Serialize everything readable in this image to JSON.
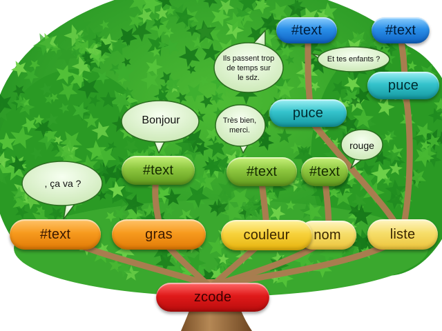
{
  "colors": {
    "trunk": "#9a6b3c",
    "branch": "#a87d4f",
    "leaf_dark": "#1f8a1f",
    "leaf_light": "#55c43a",
    "bubble_fill": "#dff3d0",
    "bubble_stroke": "#2a6a1f"
  },
  "nodes": {
    "zcode": "zcode",
    "text_left": "#text",
    "gras": "gras",
    "couleur": "couleur",
    "nom": "nom",
    "liste": "liste",
    "text_gras": "#text",
    "text_couleur": "#text",
    "text_nom": "#text",
    "puce_mid": "puce",
    "puce_right": "puce",
    "text_top_left": "#text",
    "text_top_right": "#text"
  },
  "bubbles": {
    "ca_va": ", ça va ?",
    "bonjour": "Bonjour",
    "tres_bien": "Très bien,\nmerci.",
    "ils_passent": "Ils passent trop\nde temps sur\nle sdz.",
    "et_tes_enfants": "Et tes enfants ?",
    "rouge": "rouge"
  }
}
